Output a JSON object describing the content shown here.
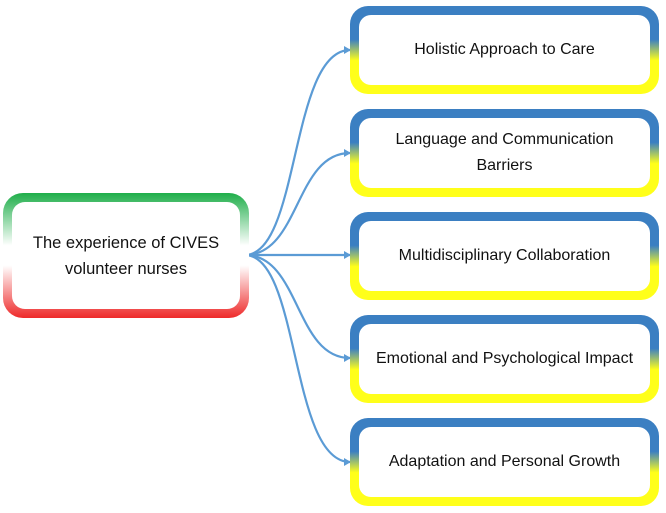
{
  "root": {
    "label": "The experience of CIVES volunteer nurses"
  },
  "children": [
    {
      "label": "Holistic Approach to Care"
    },
    {
      "label": "Language and Communication Barriers"
    },
    {
      "label": "Multidisciplinary Collaboration"
    },
    {
      "label": "Emotional and Psychological Impact"
    },
    {
      "label": "Adaptation and Personal Growth"
    }
  ],
  "colors": {
    "root_top": "#1fae4a",
    "root_bottom": "#ee2a2a",
    "child_top": "#3b7fc2",
    "child_bottom": "#ffff1a",
    "connector": "#5b9bd5"
  }
}
